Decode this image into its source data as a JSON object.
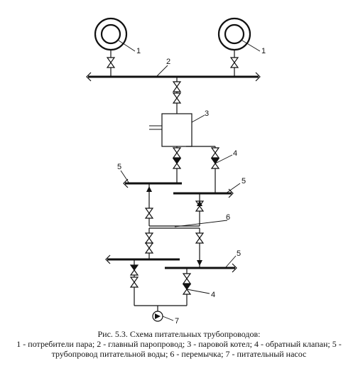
{
  "labels": {
    "consumer_left": "1",
    "consumer_right": "1",
    "main_steam": "2",
    "boiler": "3",
    "check_valve_top": "4",
    "feed_left": "5",
    "feed_mid": "5",
    "jumper": "6",
    "feed_bottom": "5",
    "check_valve_bottom": "4",
    "pump": "7"
  },
  "caption": {
    "title": "Рис. 5.3. Схема питательных трубопроводов:",
    "line1": "1 - потребители пара; 2 - главный паропровод; 3 - паровой котел; 4 - обратный клапан; 5 -",
    "line2": "трубопровод питательной воды; 6 - перемычка; 7 - питательный насос"
  }
}
